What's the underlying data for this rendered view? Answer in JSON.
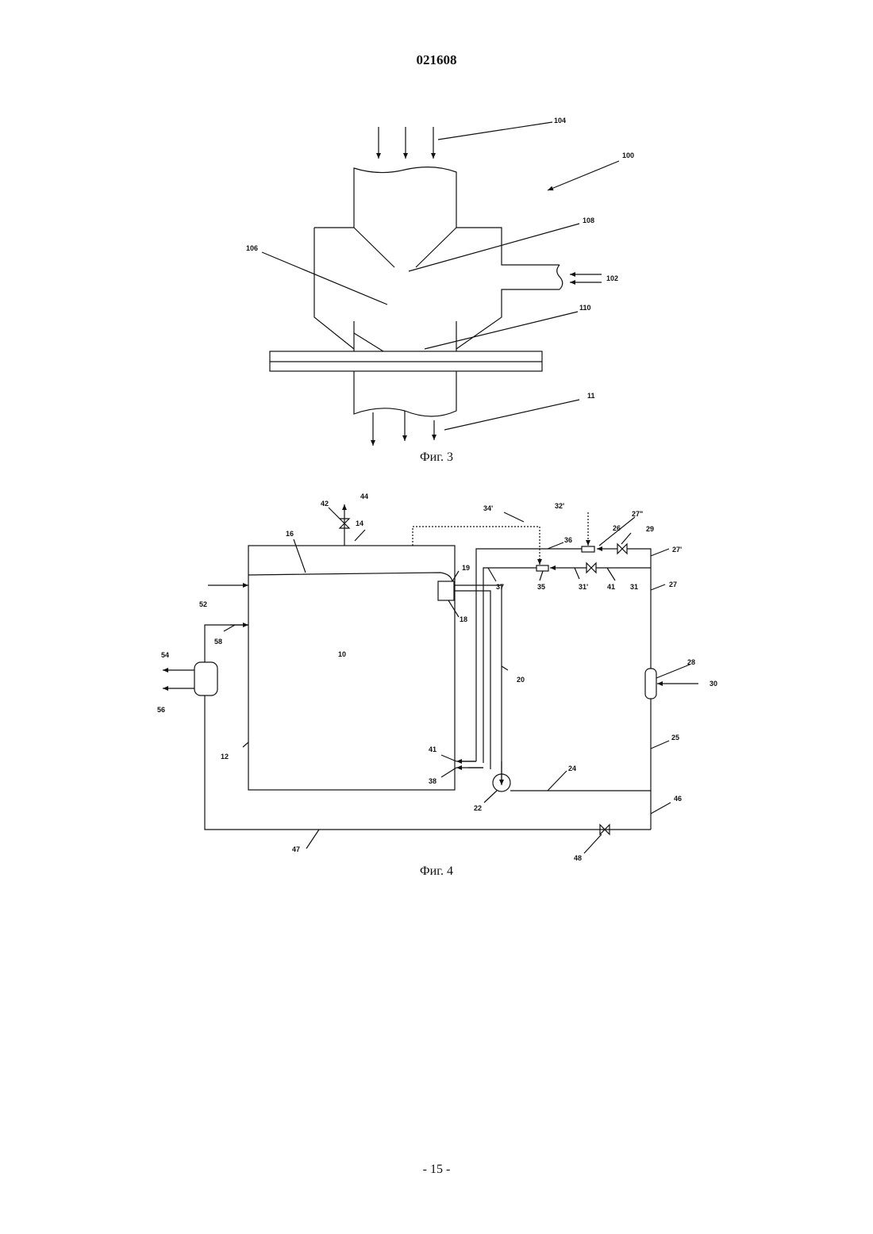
{
  "header": {
    "doc_number": "021608"
  },
  "figure3": {
    "caption": "Фиг. 3",
    "labels": {
      "l104": "104",
      "l100": "100",
      "l108": "108",
      "l106": "106",
      "l102": "102",
      "l110": "110",
      "l11": "11"
    }
  },
  "figure4": {
    "caption": "Фиг. 4",
    "labels": {
      "l42": "42",
      "l44": "44",
      "l14": "14",
      "l16": "16",
      "l34p": "34'",
      "l32p": "32'",
      "l27pp": "27\"",
      "l26": "26",
      "l29": "29",
      "l27p": "27'",
      "l36": "36",
      "l19": "19",
      "l37": "37",
      "l35": "35",
      "l31p": "31'",
      "l41a": "41",
      "l31": "31",
      "l27": "27",
      "l52": "52",
      "l58": "58",
      "l18": "18",
      "l10": "10",
      "l54": "54",
      "l56": "56",
      "l20": "20",
      "l28": "28",
      "l30": "30",
      "l12": "12",
      "l25": "25",
      "l41b": "41",
      "l24": "24",
      "l38": "38",
      "l22": "22",
      "l46": "46",
      "l47": "47",
      "l48": "48"
    }
  },
  "footer": {
    "page": "- 15 -"
  }
}
